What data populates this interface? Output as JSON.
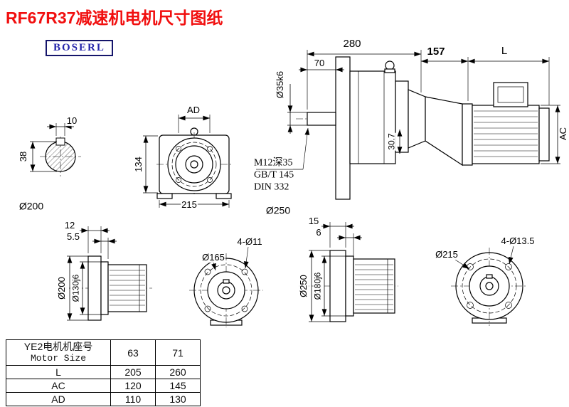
{
  "title": "RF67R37减速机电机尺寸图纸",
  "logo": "BOSERL",
  "colors": {
    "title": "#f10f0f",
    "logo_text": "#2424ab",
    "line": "#000000"
  },
  "dims": {
    "key_width": "10",
    "shaft_section_height": "38",
    "shaft_section_dia": "Ø200",
    "front_ad": "AD",
    "front_height": "134",
    "front_width": "215",
    "total_length": "280",
    "shaft_length": "70",
    "shaft_dia": "Ø35k6",
    "tap_hole": "M12深35",
    "standard_gb": "GB/T 145",
    "standard_din": "DIN 332",
    "inner_depth": "30.7",
    "main_flange_dia": "Ø250",
    "adapter_length": "157",
    "motor_length": "L",
    "motor_height": "AC",
    "small_flange_thickness": "12",
    "small_spigot_depth": "5.5",
    "small_flange_od": "Ø200",
    "small_spigot_dia": "Ø130j6",
    "small_bolt_circle": "Ø165",
    "small_bolt_holes": "4-Ø11",
    "large_flange_thickness": "15",
    "large_spigot_depth": "6",
    "large_flange_od": "Ø250",
    "large_spigot_dia": "Ø180j6",
    "large_bolt_circle": "Ø215",
    "large_bolt_holes": "4-Ø13.5"
  },
  "table": {
    "header_cn": "YE2电机机座号",
    "header_en": "Motor Size",
    "sizes": [
      "63",
      "71"
    ],
    "rows": [
      {
        "label": "L",
        "values": [
          "205",
          "260"
        ]
      },
      {
        "label": "AC",
        "values": [
          "120",
          "145"
        ]
      },
      {
        "label": "AD",
        "values": [
          "110",
          "130"
        ]
      }
    ]
  }
}
